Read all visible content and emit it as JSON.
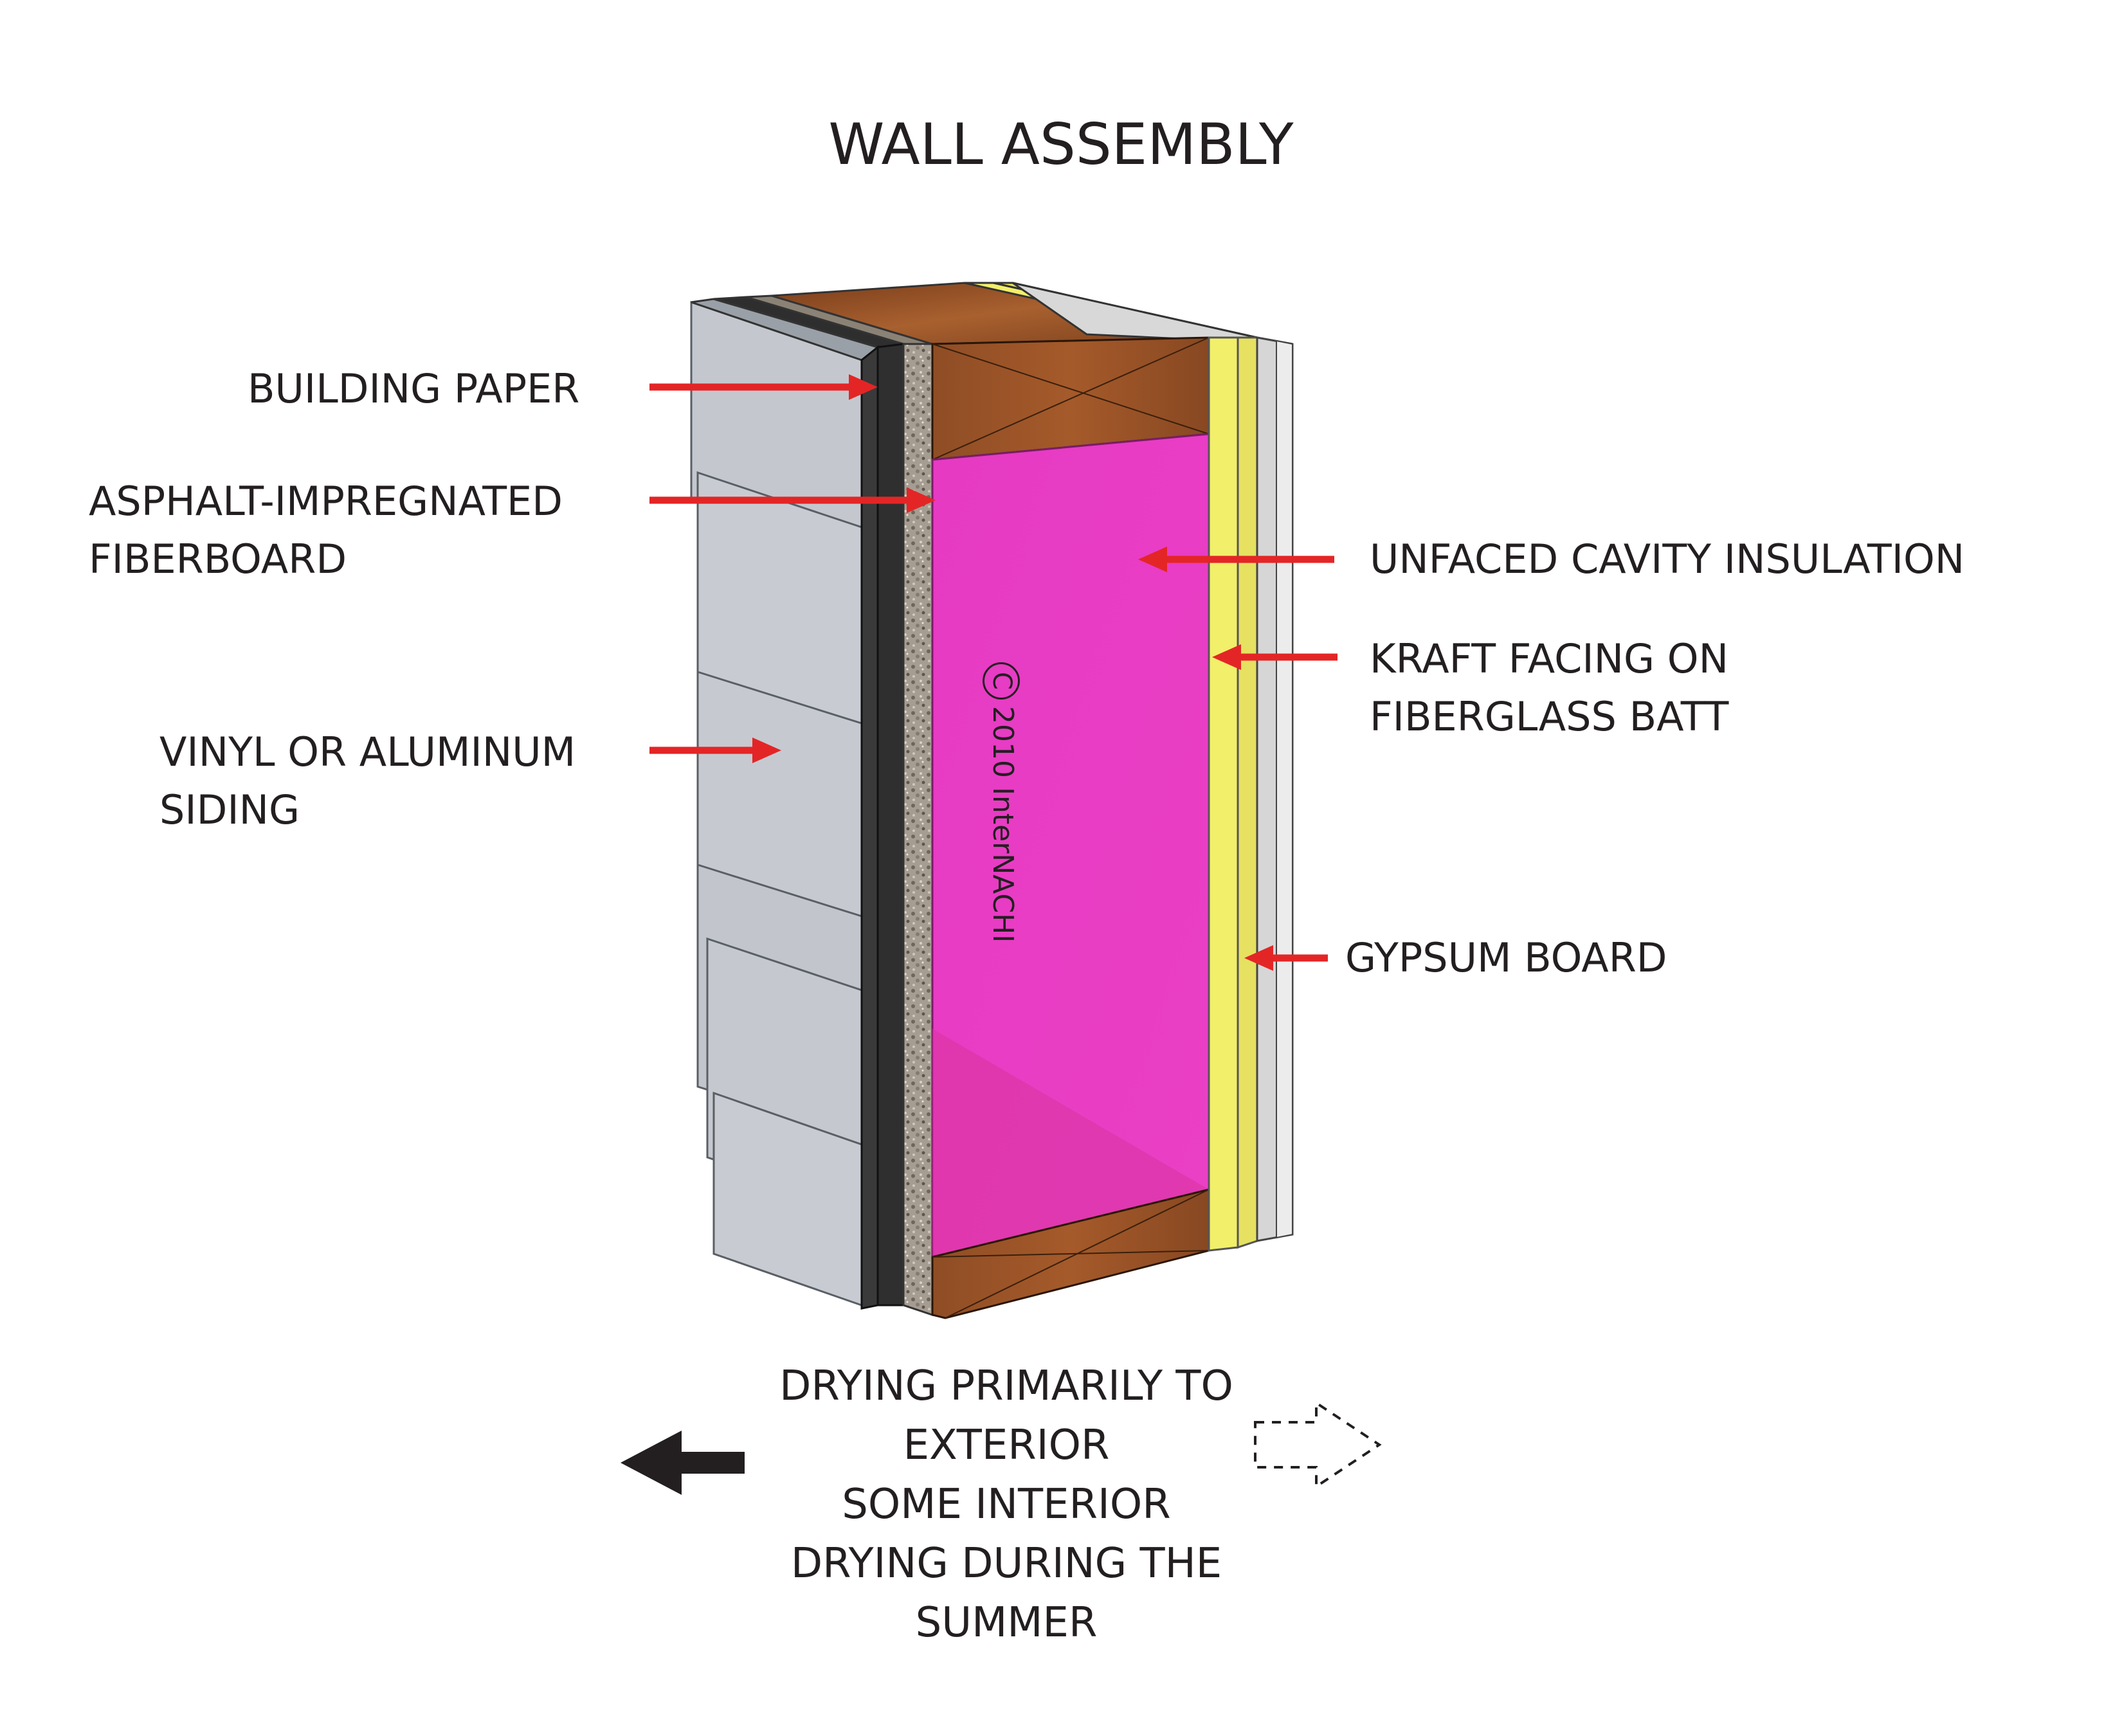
{
  "title": "WALL ASSEMBLY",
  "labels": {
    "building_paper": "BUILDING PAPER",
    "fiberboard_line1": "ASPHALT-IMPREGNATED",
    "fiberboard_line2": "FIBERBOARD",
    "siding_line1": "VINYL OR ALUMINUM",
    "siding_line2": "SIDING",
    "insulation": "UNFACED CAVITY INSULATION",
    "kraft_line1": "KRAFT FACING ON",
    "kraft_line2": "FIBERGLASS BATT",
    "gypsum": "GYPSUM BOARD"
  },
  "copyright": {
    "symbol": "C",
    "text": "2010  InterNACHI"
  },
  "drying": {
    "line1": "DRYING PRIMARILY TO",
    "line2": "EXTERIOR",
    "line3": "SOME INTERIOR",
    "line4": "DRYING DURING THE",
    "line5": "SUMMER"
  },
  "colors": {
    "label_arrow": "#e42526",
    "insulation": "#e833c0",
    "wood": "#8a4a24",
    "kraft": "#f2ef6a",
    "gypsum": "#dcdcdc",
    "siding": "#c6cad0",
    "fiberboard": "#a69d92",
    "building_paper": "#3a3a3a",
    "text": "#231f20"
  },
  "icons": {
    "exterior_drying": "solid-left-arrow-icon",
    "interior_drying": "dashed-right-arrow-icon"
  }
}
